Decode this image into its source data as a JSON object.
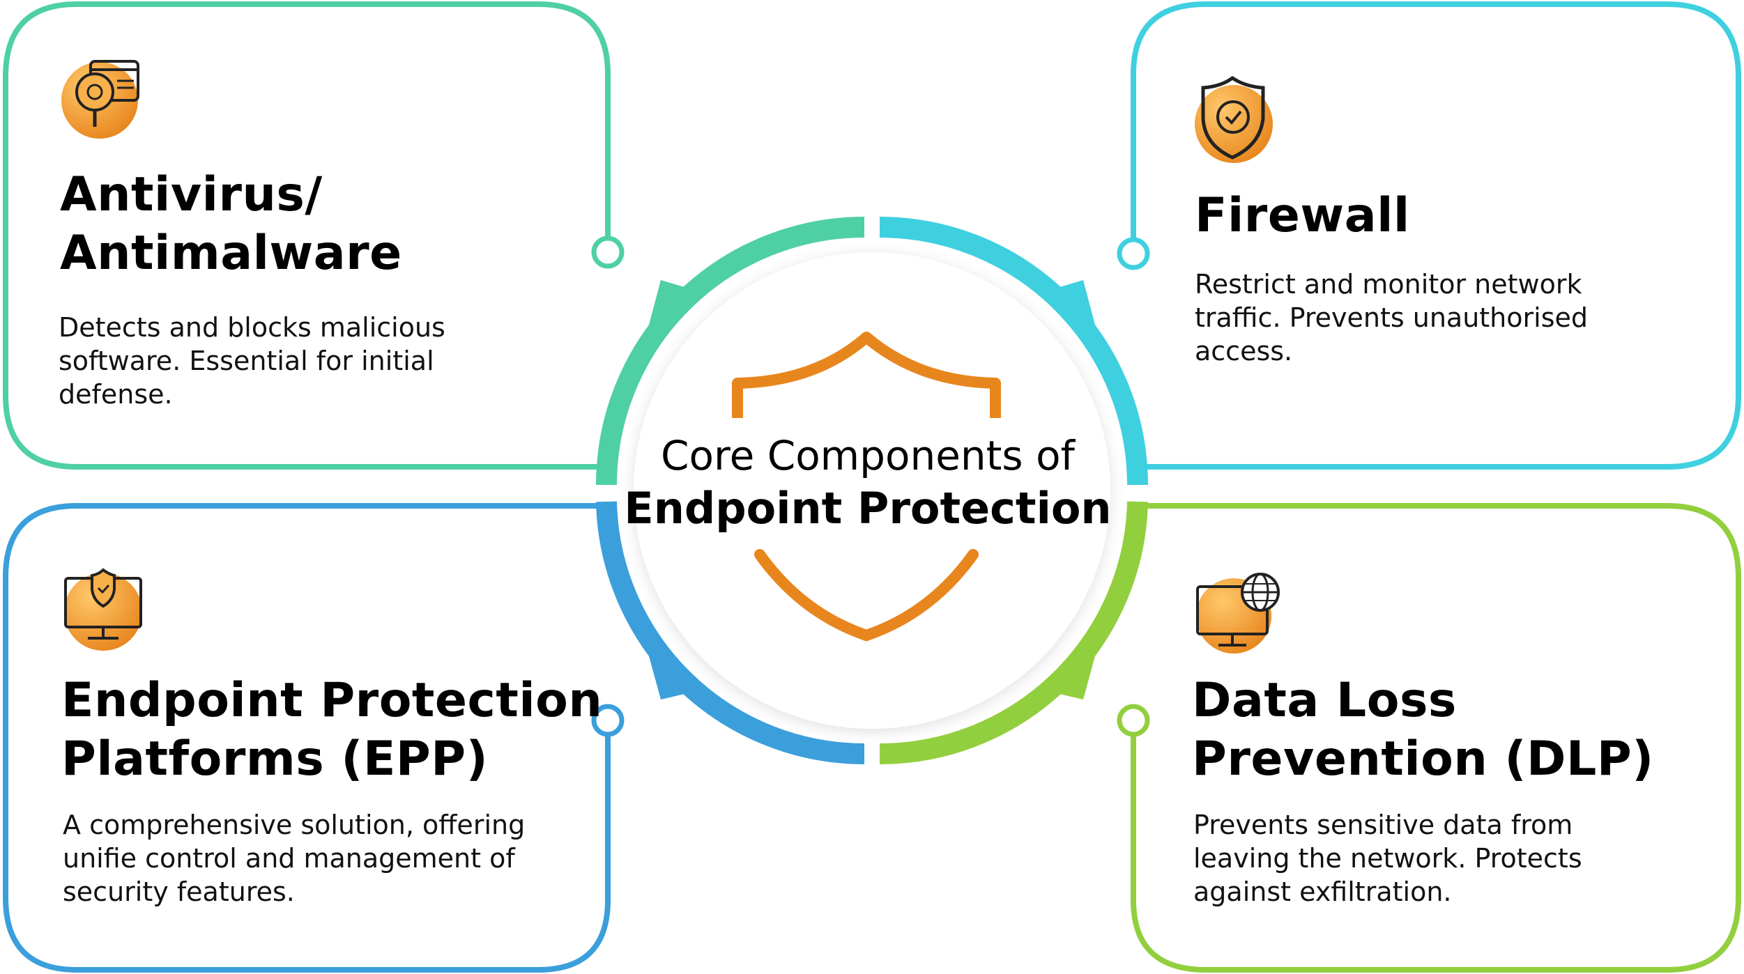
{
  "center": {
    "line1": "Core Components of",
    "line2": "Endpoint Protection"
  },
  "cards": {
    "antivirus": {
      "title": "Antivirus/\nAntimalware",
      "description": "Detects and blocks malicious\nsoftware. Essential for initial\ndefense.",
      "icon": "bug-scan-icon",
      "color": "#4fcfa4"
    },
    "firewall": {
      "title": "Firewall",
      "description": "Restrict and monitor network\ntraffic. Prevents unauthorised\naccess.",
      "icon": "shield-check-icon",
      "color": "#3fd0e0"
    },
    "epp": {
      "title": "Endpoint Protection\nPlatforms (EPP)",
      "description": "A comprehensive solution, offering\nunifie control and management of\nsecurity features.",
      "icon": "monitor-shield-icon",
      "color": "#3b9fdc"
    },
    "dlp": {
      "title": "Data Loss\nPrevention (DLP)",
      "description": "Prevents sensitive data from\nleaving the network. Protects\nagainst exfiltration.",
      "icon": "monitor-globe-icon",
      "color": "#92cf3e"
    }
  },
  "colors": {
    "accent_orange": "#e8861e",
    "icon_orange_light": "#f7b04a",
    "teal": "#4fcfa4",
    "cyan": "#3fd0e0",
    "blue": "#3b9fdc",
    "green": "#92cf3e"
  }
}
